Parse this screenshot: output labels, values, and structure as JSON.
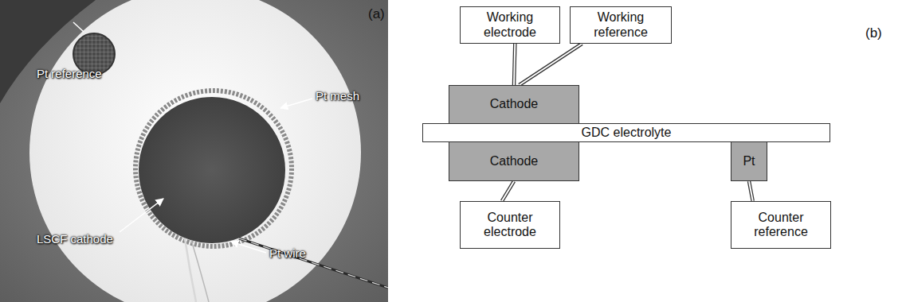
{
  "diagram": {
    "nodes": [
      {
        "text": [
          "Working electrode"
        ]
      },
      {
        "text": [
          "Working reference"
        ]
      },
      {
        "text": [
          "Cathode"
        ]
      },
      {
        "text": [
          "GDC electrolyte"
        ]
      },
      {
        "text": [
          "Cathode"
        ]
      },
      {
        "text": [
          "Pt"
        ]
      },
      {
        "text": [
          "Counter electrode"
        ]
      },
      {
        "text": [
          "Counter reference"
        ]
      }
    ],
    "edges": [
      {
        "from": 0,
        "to": 2,
        "arrow": "none"
      },
      {
        "from": 1,
        "to": 2,
        "arrow": "none"
      },
      {
        "from": 4,
        "to": 6,
        "arrow": "none"
      },
      {
        "from": 5,
        "to": 7,
        "arrow": "none"
      }
    ],
    "labels": [
      "(a)",
      "Pt reference",
      "Pt mesh",
      "LSCF cathode",
      "Pt wire",
      "(b)"
    ]
  }
}
